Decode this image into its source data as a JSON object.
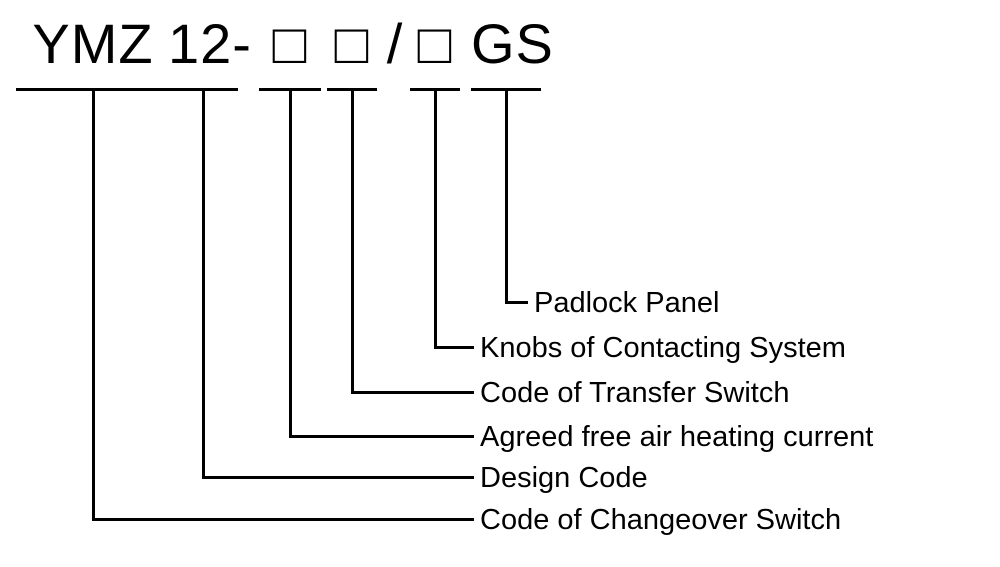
{
  "diagram": {
    "model_code": "YMZ 12-□ □/□GS",
    "segments": [
      {
        "text": "YMZ",
        "callout": "Code of Changeover Switch"
      },
      {
        "text": "12-",
        "callout": "Design Code"
      },
      {
        "text": "□",
        "callout": "Agreed free air heating current"
      },
      {
        "text": "□",
        "callout": "Code of Transfer Switch"
      },
      {
        "text": "/",
        "callout": null
      },
      {
        "text": "□",
        "callout": "Knobs of Contacting System"
      },
      {
        "text": "GS",
        "callout": "Padlock Panel"
      }
    ],
    "colors": {
      "text": "#000000",
      "line": "#000000",
      "background": "#ffffff"
    }
  }
}
